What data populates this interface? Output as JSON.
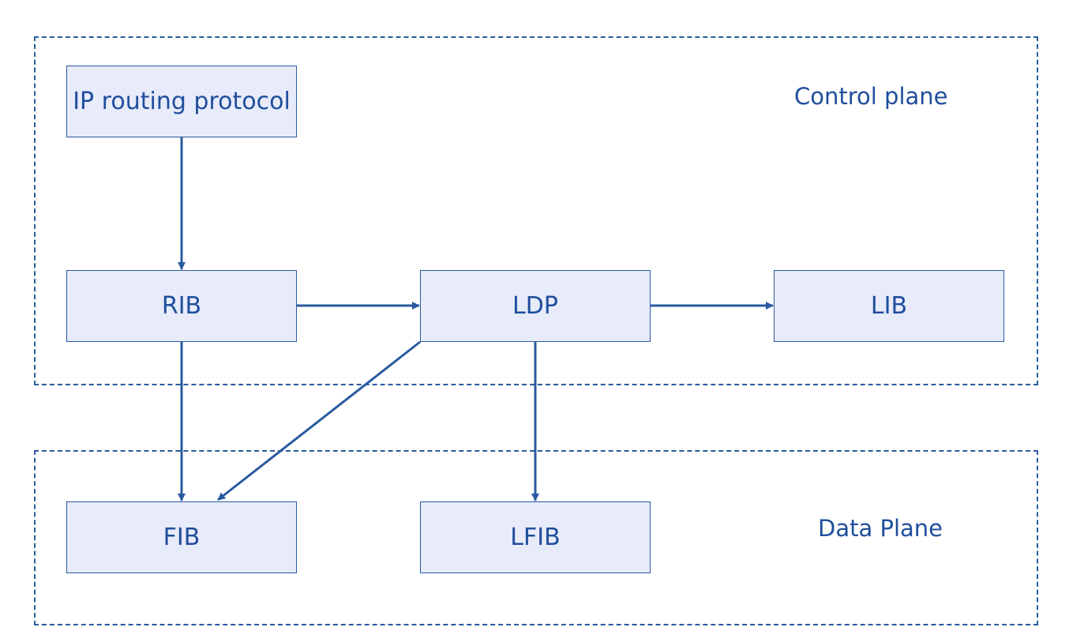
{
  "planes": {
    "control": "Control plane",
    "data": "Data Plane"
  },
  "nodes": {
    "ip_routing_protocol": "IP routing protocol",
    "rib": "RIB",
    "ldp": "LDP",
    "lib": "LIB",
    "fib": "FIB",
    "lfib": "LFIB"
  },
  "edges": [
    {
      "from": "IP routing protocol",
      "to": "RIB"
    },
    {
      "from": "RIB",
      "to": "LDP"
    },
    {
      "from": "LDP",
      "to": "LIB"
    },
    {
      "from": "RIB",
      "to": "FIB"
    },
    {
      "from": "LDP",
      "to": "FIB"
    },
    {
      "from": "LDP",
      "to": "LFIB"
    }
  ],
  "colors": {
    "border": "#2a5aa0",
    "text": "#1f4e9c",
    "box_fill": "#e7ebfa"
  }
}
